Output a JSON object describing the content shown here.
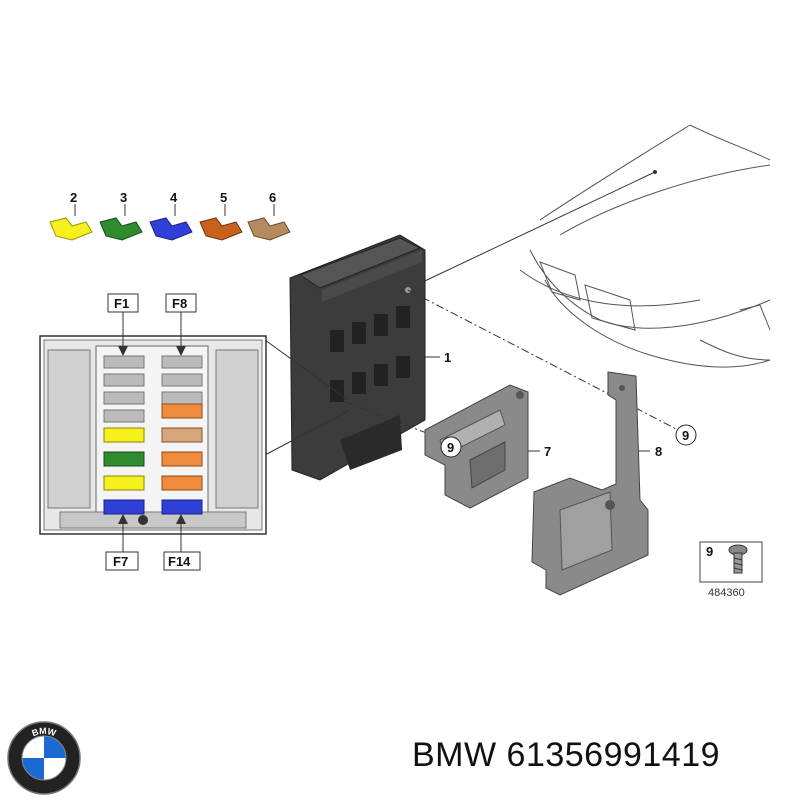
{
  "callouts": {
    "c1": "1",
    "c2": "2",
    "c3": "3",
    "c4": "4",
    "c5": "5",
    "c6": "6",
    "c7": "7",
    "c8": "8",
    "c9a": "9",
    "c9b": "9",
    "c9legend": "9"
  },
  "fuse_labels": {
    "f1": "F1",
    "f8": "F8",
    "f7": "F7",
    "f14": "F14"
  },
  "legend_ref": "484360",
  "footer": {
    "part_text": "BMW 61356991419"
  },
  "logo_letters": "BMW",
  "colors": {
    "fuse_yellow": "#f5f01e",
    "fuse_green": "#2e8b2e",
    "fuse_blue": "#2f3fd8",
    "fuse_orange": "#c8601e",
    "fuse_tan": "#b58a5e",
    "fuse_orange_light": "#f08a3c",
    "module_dark": "#3c3c3c",
    "bracket_gray": "#8a8a8a",
    "bmw_blue": "#1c69d4"
  }
}
